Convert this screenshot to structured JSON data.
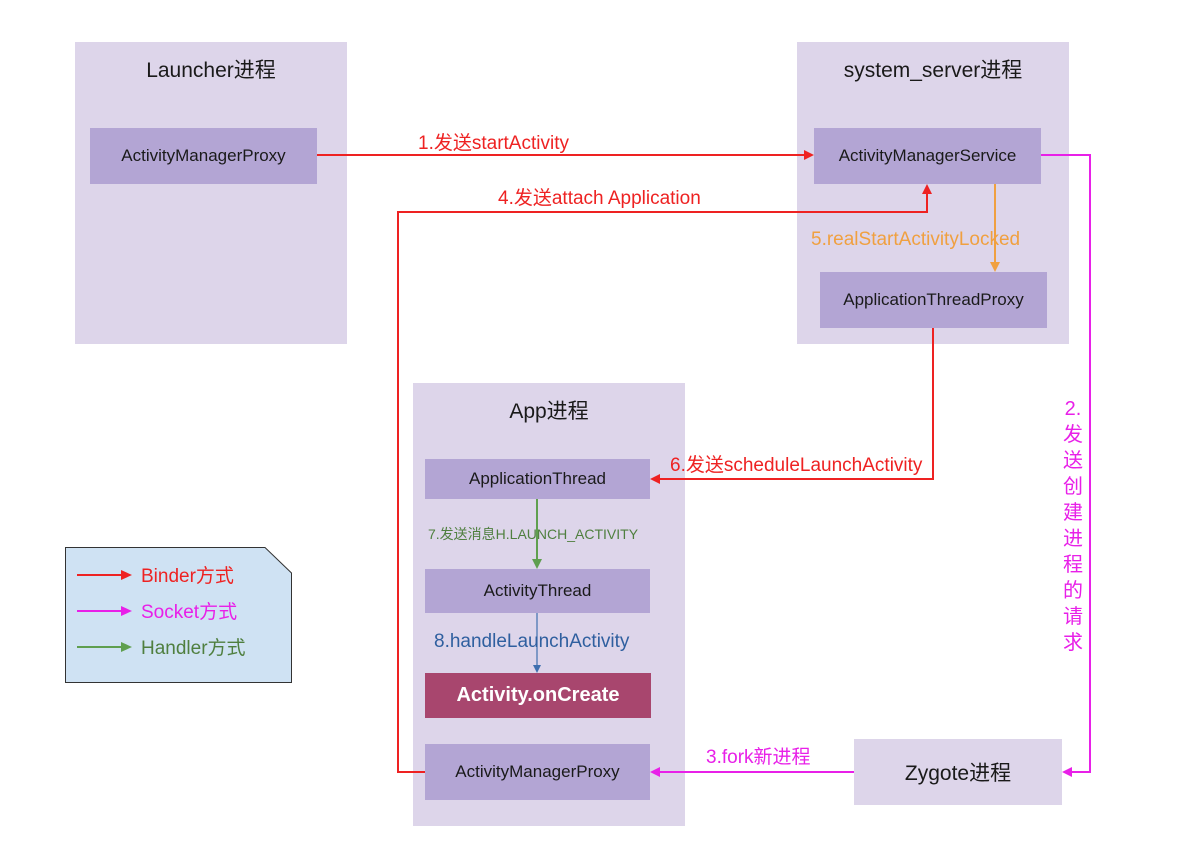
{
  "containers": {
    "launcher": "Launcher进程",
    "system_server": "system_server进程",
    "app": "App进程"
  },
  "boxes": {
    "launcher_amp": "ActivityManagerProxy",
    "ams": "ActivityManagerService",
    "atp": "ApplicationThreadProxy",
    "application_thread": "ApplicationThread",
    "activity_thread": "ActivityThread",
    "on_create": "Activity.onCreate",
    "app_amp": "ActivityManagerProxy",
    "zygote": "Zygote进程"
  },
  "steps": {
    "s1": "1.发送startActivity",
    "s2": "2.发送创建进程的请求",
    "s3": "3.fork新进程",
    "s4": "4.发送attach Application",
    "s5": "5.realStartActivityLocked",
    "s6": "6.发送scheduleLaunchActivity",
    "s7": "7.发送消息H.LAUNCH_ACTIVITY",
    "s8": "8.handleLaunchActivity"
  },
  "legend": [
    {
      "label": "Binder方式",
      "color": "#ee2222"
    },
    {
      "label": "Socket方式",
      "color": "#e820e8"
    },
    {
      "label": "Handler方式",
      "color": "#4f9f3f"
    }
  ],
  "colors": {
    "binder": "#ee2222",
    "socket": "#e820e8",
    "handler": "#5f9f4f",
    "orange": "#f0a040",
    "blue": "#3f6faf"
  }
}
